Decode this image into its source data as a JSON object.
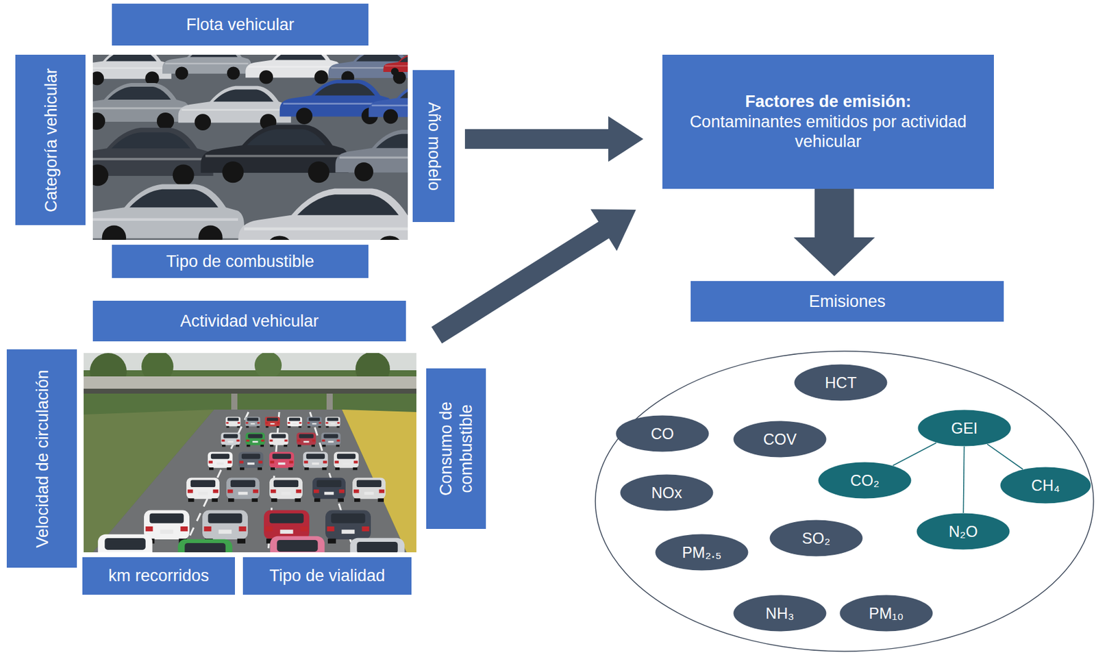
{
  "diagram": {
    "nodes": [
      {
        "text": [
          "Flota vehicular"
        ]
      },
      {
        "text": [
          "Categoría vehicular"
        ]
      },
      {
        "text": [
          "Año modelo"
        ]
      },
      {
        "text": [
          "Tipo de combustible"
        ]
      },
      {
        "text": [
          "Actividad vehicular"
        ]
      },
      {
        "text": [
          "Velocidad de circulación"
        ]
      },
      {
        "text": [
          "Consumo de combustible"
        ]
      },
      {
        "text": [
          "km recorridos"
        ]
      },
      {
        "text": [
          "Tipo de vialidad"
        ]
      },
      {
        "text": [
          "Factores de emisión:",
          "Contaminantes emitidos por actividad vehicular"
        ]
      },
      {
        "text": [
          "Emisiones"
        ]
      },
      {
        "text": [
          "HCT"
        ]
      },
      {
        "text": [
          "CO"
        ]
      },
      {
        "text": [
          "COV"
        ]
      },
      {
        "text": [
          "GEI"
        ]
      },
      {
        "text": [
          "CO₂"
        ]
      },
      {
        "text": [
          "CH₄"
        ]
      },
      {
        "text": [
          "NOx"
        ]
      },
      {
        "text": [
          "N₂O"
        ]
      },
      {
        "text": [
          "PM₂.₅"
        ]
      },
      {
        "text": [
          "SO₂"
        ]
      },
      {
        "text": [
          "NH₃"
        ]
      },
      {
        "text": [
          "PM₁₀"
        ]
      }
    ],
    "edges": [
      {
        "from": 2,
        "to": 9,
        "arrow": "to"
      },
      {
        "from": 4,
        "to": 9,
        "arrow": "to"
      },
      {
        "from": 9,
        "to": 10,
        "arrow": "to"
      },
      {
        "from": 14,
        "to": 15,
        "arrow": "none"
      },
      {
        "from": 14,
        "to": 18,
        "arrow": "none"
      },
      {
        "from": 14,
        "to": 16,
        "arrow": "none"
      }
    ]
  }
}
